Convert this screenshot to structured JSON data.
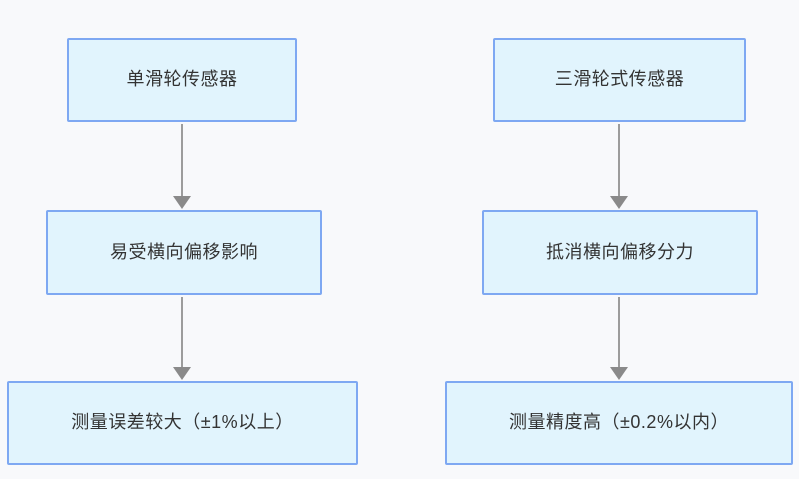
{
  "colors": {
    "background": "#f8f9fb",
    "node_fill": "#e1f4fd",
    "node_border": "#7ea8f2",
    "node_text": "#333333",
    "arrow_line": "#9c9c9c",
    "arrow_head": "#8a8a8a"
  },
  "flowchart": {
    "type": "two-column top-down comparison flowchart",
    "columns": [
      {
        "id": "single-pulley",
        "nodes": [
          {
            "label": "单滑轮传感器"
          },
          {
            "label": "易受横向偏移影响"
          },
          {
            "label": "测量误差较大（±1%以上）"
          }
        ]
      },
      {
        "id": "three-pulley",
        "nodes": [
          {
            "label": "三滑轮式传感器"
          },
          {
            "label": "抵消横向偏移分力"
          },
          {
            "label": "测量精度高（±0.2%以内）"
          }
        ]
      }
    ],
    "edges": [
      {
        "from": "单滑轮传感器",
        "to": "易受横向偏移影响",
        "direction": "down"
      },
      {
        "from": "易受横向偏移影响",
        "to": "测量误差较大（±1%以上）",
        "direction": "down"
      },
      {
        "from": "三滑轮式传感器",
        "to": "抵消横向偏移分力",
        "direction": "down"
      },
      {
        "from": "抵消横向偏移分力",
        "to": "测量精度高（±0.2%以内）",
        "direction": "down"
      }
    ]
  }
}
